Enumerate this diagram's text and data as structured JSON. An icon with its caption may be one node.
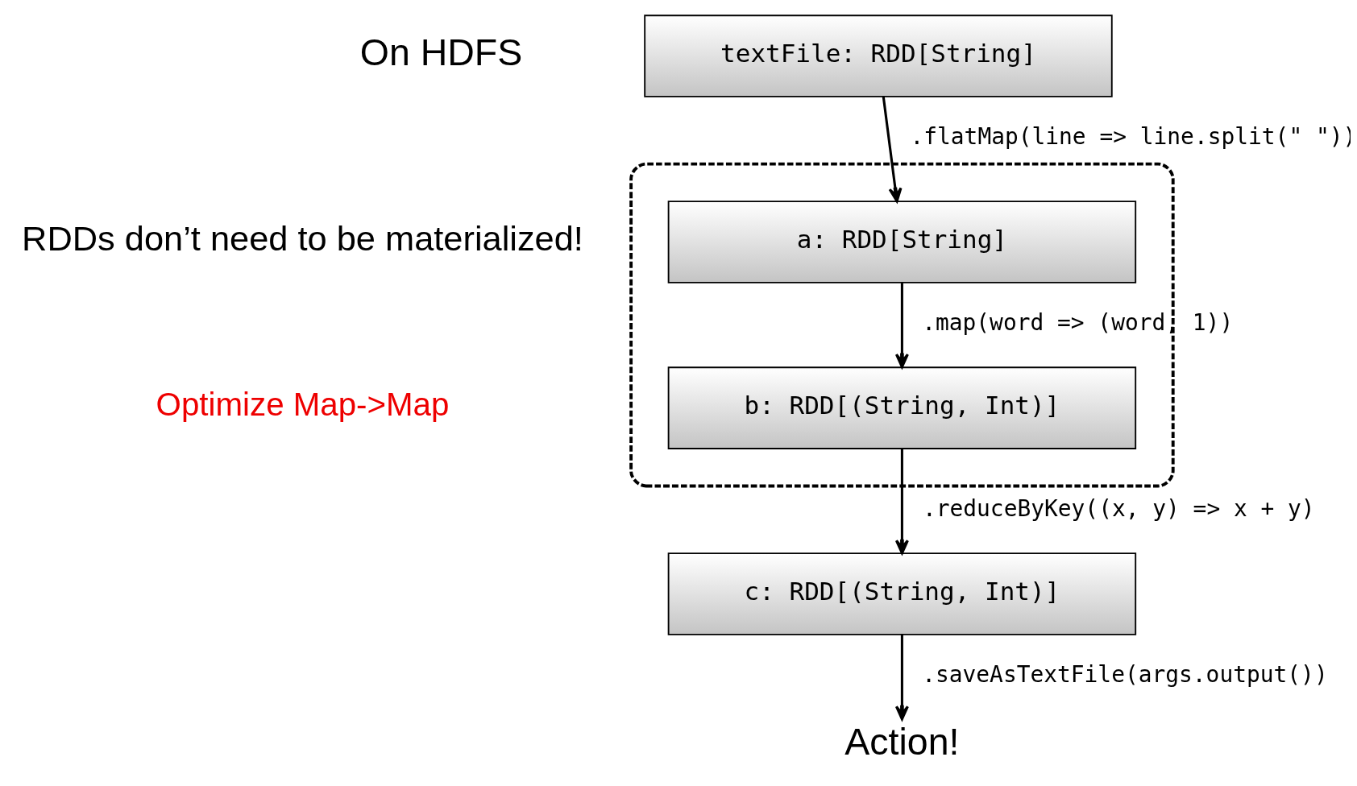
{
  "diagram": {
    "nodes": [
      {
        "text": [
          "textFile: RDD[String]"
        ],
        "beside": [
          "On HDFS"
        ]
      },
      {
        "text": [],
        "shape": "box"
      },
      {
        "text": [
          "a: RDD[String]"
        ],
        "in": 1
      },
      {
        "text": [
          "b: RDD[(String, Int)]"
        ],
        "in": 1
      },
      {
        "text": [
          "c: RDD[(String, Int)]"
        ]
      },
      {
        "text": [
          "Action!"
        ]
      }
    ],
    "edges": [
      {
        "from": 0,
        "to": 2,
        "arrow": "to",
        "label": ".flatMap(line => line.split(\" \"))"
      },
      {
        "from": 2,
        "to": 3,
        "arrow": "to",
        "label": ".map(word => (word, 1))"
      },
      {
        "from": 3,
        "to": 4,
        "arrow": "to",
        "label": ".reduceByKey((x, y) => x + y)"
      },
      {
        "from": 4,
        "to": 5,
        "arrow": "to",
        "label": ".saveAsTextFile(args.output())"
      }
    ],
    "labels": [
      "RDDs don’t need to be materialized!",
      "Optimize Map->Map"
    ]
  }
}
